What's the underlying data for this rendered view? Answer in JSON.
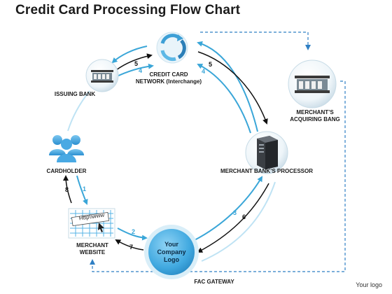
{
  "title": "Credit Card Processing Flow Chart",
  "nodes": {
    "network": "CREDIT CARD\nNETWORK (Interchange)",
    "issuing_bank": "ISSUING BANK",
    "acquiring_bank": "MERCHANT’S\nACQUIRING BANG",
    "cardholder": "CARDHOLDER",
    "processor": "MERCHANT BANK’S PROCESSOR",
    "merchant_website": "MERCHANT\nWEBSITE",
    "fac_gateway": "FAC GATEWAY",
    "company_logo": "Your\nCompany\nLogo"
  },
  "website_banner": "Http\\\\www",
  "steps": {
    "n5_left": "5",
    "n4_left": "4",
    "n5_right": "5",
    "n4_right": "4",
    "n8": "8",
    "n1": "1",
    "n2": "2",
    "n7": "7",
    "n3": "3",
    "n6": "6"
  },
  "footer": "Your logo",
  "colors": {
    "blue_arrow": "#3aa6d8",
    "dark_arrow": "#111111",
    "dashed": "#2f7fc4",
    "circle_fill": "#4fb3e8",
    "circle_ring": "#bfe3f4"
  }
}
